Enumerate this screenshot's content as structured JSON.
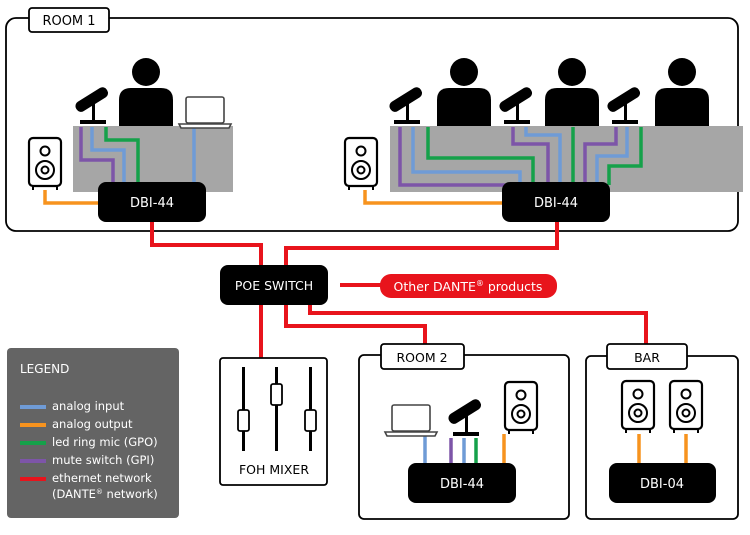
{
  "colors": {
    "analog_input": "#6f9bd6",
    "analog_output": "#f7931e",
    "led_ring": "#15a14a",
    "mute_switch": "#7d55a8",
    "ethernet": "#e8141c",
    "desk": "#a6a6a6",
    "legend_bg": "#646464",
    "device": "#000000"
  },
  "rooms": {
    "room1": {
      "label": "ROOM 1",
      "left_device": "DBI-44",
      "right_device": "DBI-44"
    },
    "room2": {
      "label": "ROOM 2",
      "device": "DBI-44"
    },
    "bar": {
      "label": "BAR",
      "device": "DBI-04"
    }
  },
  "network": {
    "switch_label": "POE SWITCH",
    "other_products": {
      "prefix": "Other  DANTE",
      "reg": "®",
      "suffix": " products"
    },
    "mixer_label": "FOH MIXER"
  },
  "legend": {
    "title": "LEGEND",
    "items": [
      {
        "label": "analog input",
        "color_key": "analog_input"
      },
      {
        "label": "analog output",
        "color_key": "analog_output"
      },
      {
        "label": "led ring mic (GPO)",
        "color_key": "led_ring"
      },
      {
        "label": "mute switch (GPI)",
        "color_key": "mute_switch"
      },
      {
        "label": "ethernet network",
        "color_key": "ethernet"
      }
    ],
    "continuation": {
      "prefix": "(DANTE",
      "reg": "®",
      "suffix": " network)"
    }
  }
}
